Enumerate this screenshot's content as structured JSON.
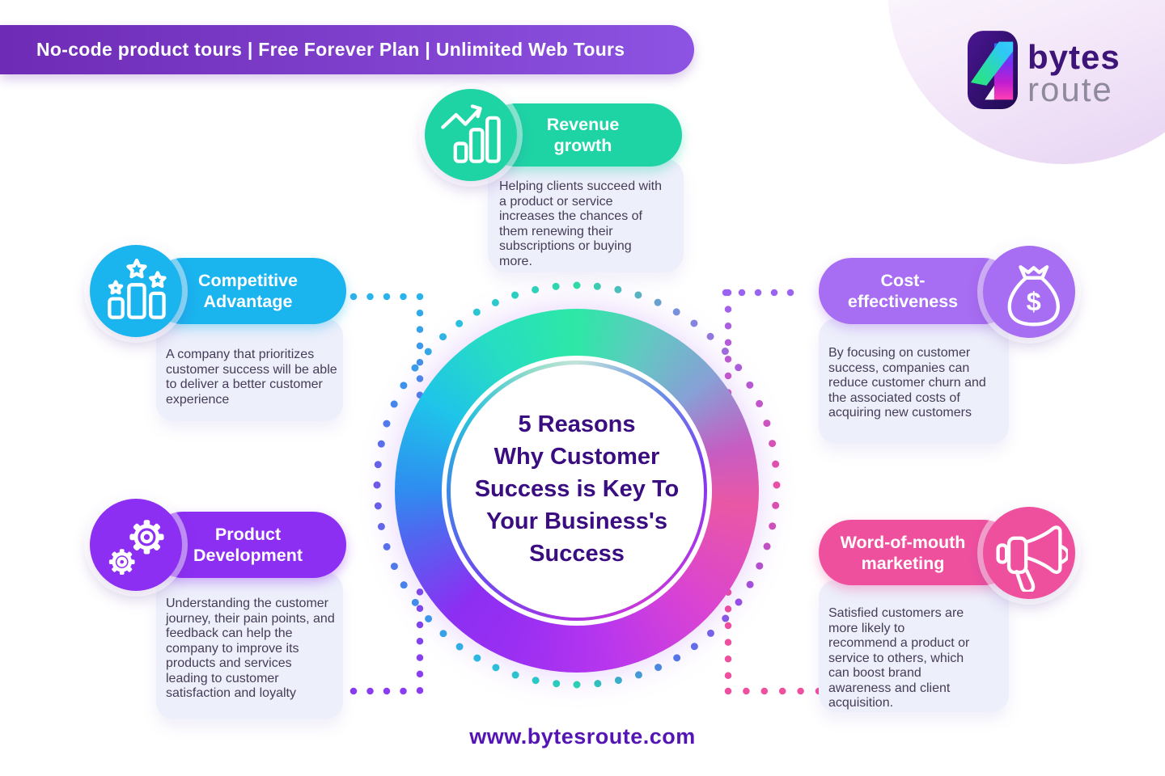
{
  "banner": {
    "text": "No-code product tours | Free Forever Plan | Unlimited Web Tours"
  },
  "logo": {
    "brand_top": "bytes",
    "brand_bottom": "route",
    "icon": "bytesroute-one-icon"
  },
  "center": {
    "title": "5 Reasons Why Customer Success is Key To Your Business's Success",
    "title_lines": [
      "5 Reasons",
      "Why Customer",
      "Success is Key To",
      "Your Business's",
      "Success"
    ]
  },
  "cards": {
    "revenue_growth": {
      "title_lines": [
        "Revenue",
        "growth"
      ],
      "body": "Helping clients succeed with a product or service increases the chances of them renewing their subscriptions or buying more.",
      "icon": "bar-chart-growth-icon",
      "accent": "#1ed4a5"
    },
    "competitive_advantage": {
      "title_lines": [
        "Competitive",
        "Advantage"
      ],
      "body": "A company that prioritizes customer success will be able to deliver a better customer experience",
      "icon": "ranking-bars-stars-icon",
      "accent": "#1ab4ef"
    },
    "product_development": {
      "title_lines": [
        "Product",
        "Development"
      ],
      "body": "Understanding the customer journey, their pain points, and feedback can help the company to improve its products and services leading to customer satisfaction and loyalty",
      "icon": "gears-icon",
      "accent": "#8c2ff2"
    },
    "cost_effectiveness": {
      "title_lines": [
        "Cost-",
        "effectiveness"
      ],
      "body": "By focusing on customer success, companies can reduce customer churn and the associated costs of acquiring new customers",
      "icon": "money-bag-icon",
      "accent": "#a76df2"
    },
    "word_of_mouth": {
      "title_lines": [
        "Word-of-mouth",
        "marketing"
      ],
      "body": "Satisfied customers are more likely to recommend a product or service to others, which can boost brand awareness and client acquisition.",
      "icon": "megaphone-icon",
      "accent": "#ef509e"
    }
  },
  "footer": {
    "website": "www.bytesroute.com"
  },
  "colors": {
    "banner_gradient": [
      "#6e2bb5",
      "#8d53e2"
    ],
    "teal": "#1ed4a5",
    "blue": "#1ab4ef",
    "purple": "#8c2ff2",
    "light_purple": "#a76df2",
    "pink": "#ef509e",
    "card_body_bg": "#edeffb",
    "body_text": "#453c57",
    "title_text": "#3a0d80",
    "url_text": "#5415b4"
  }
}
